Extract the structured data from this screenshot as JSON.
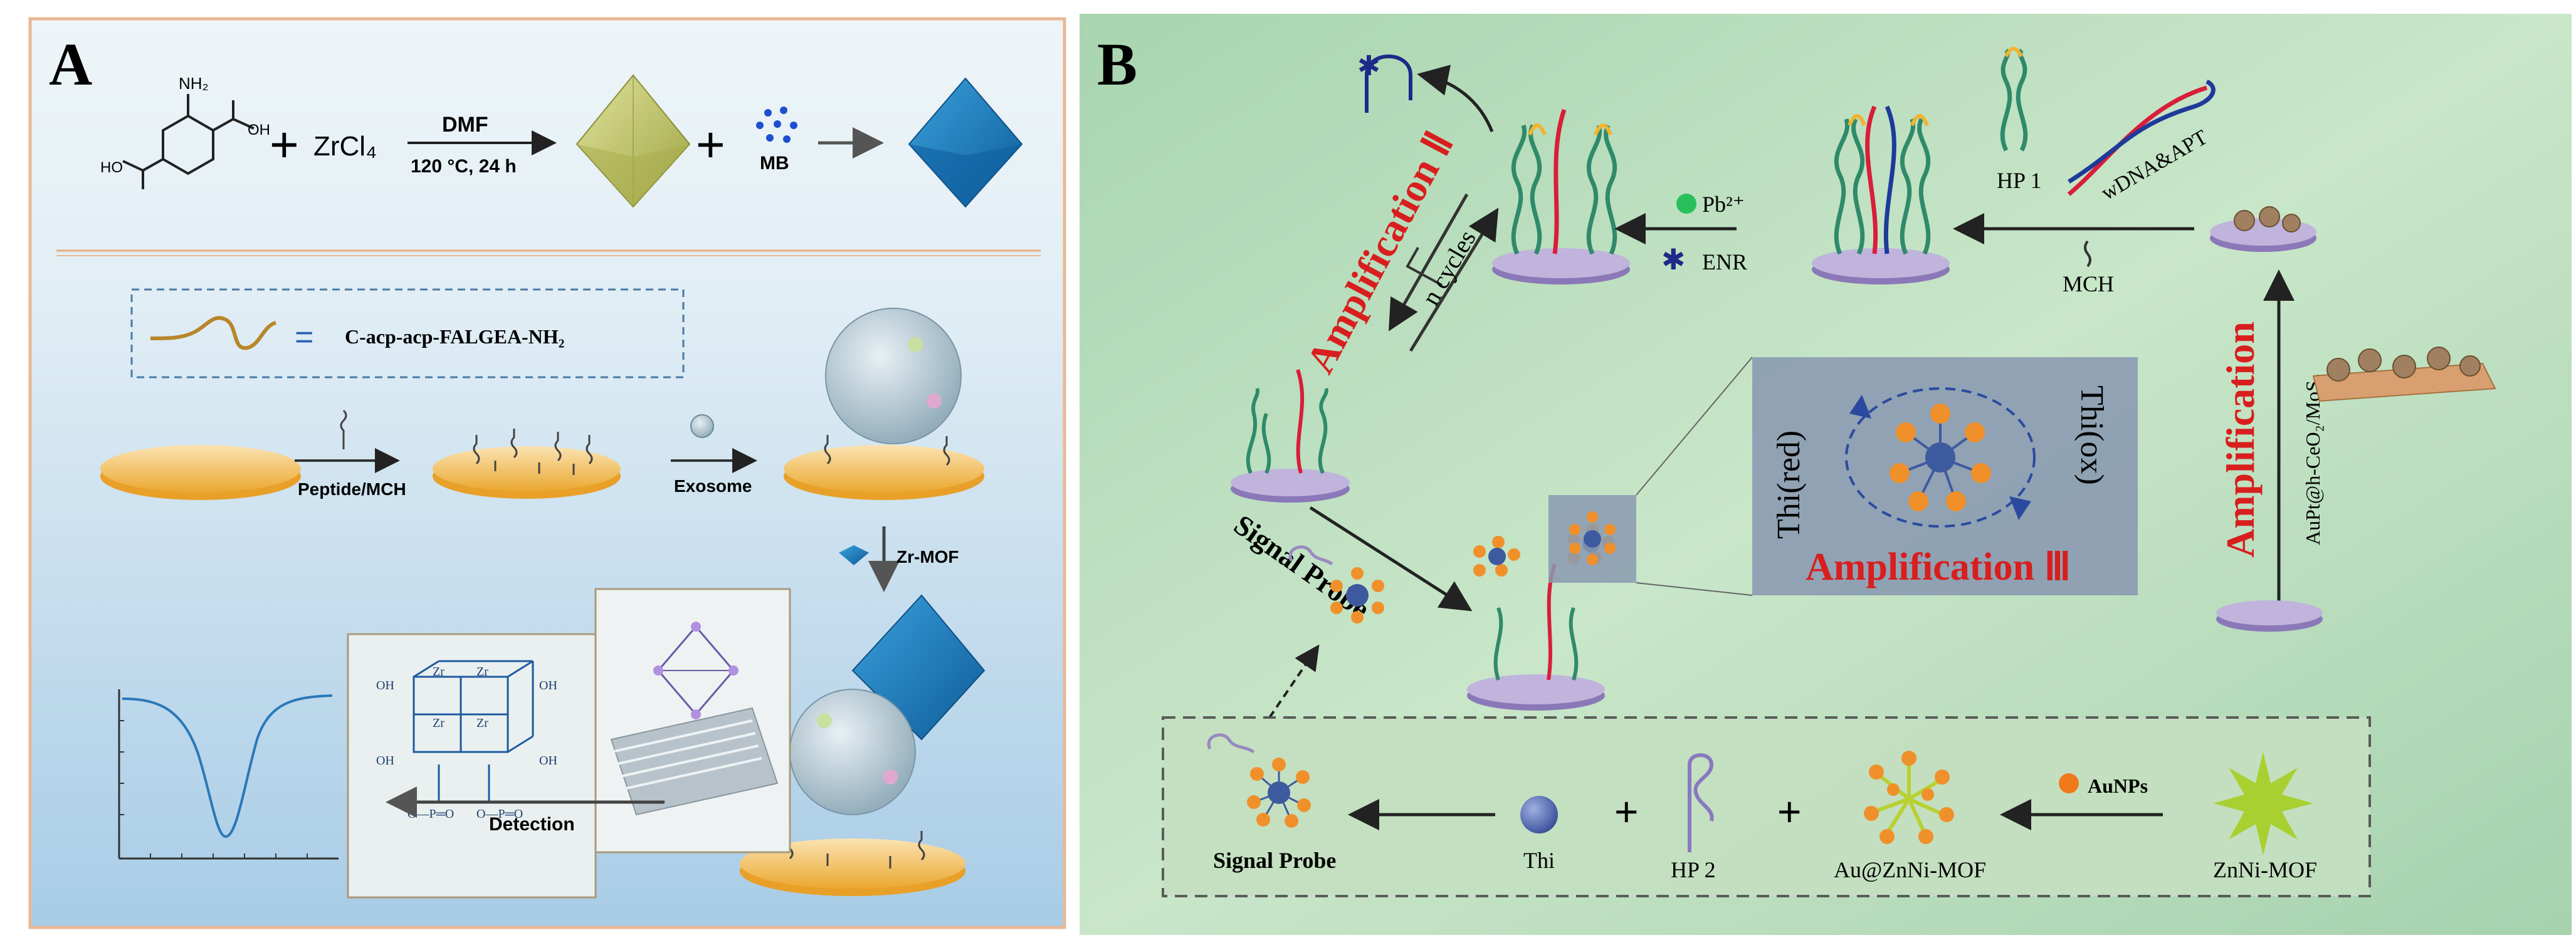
{
  "panelA": {
    "letter": "A",
    "plus1": "+",
    "plus2": "+",
    "nh2": "NH₂",
    "oh": "OH",
    "ho": "HO",
    "zrcl4": "ZrCl₄",
    "dmf": "DMF",
    "conditions": "120 °C, 24 h",
    "mb": "MB",
    "legend_eq": "=",
    "peptide_name": "C-acp-acp-FALGEA-NH₂",
    "step_peptide": "Peptide/MCH",
    "step_exosome": "Exosome",
    "step_zrmof": "Zr-MOF",
    "step_detection": "Detection",
    "zr": "Zr",
    "oh_small": "OH",
    "o_p": "O—P═O"
  },
  "panelB": {
    "letter": "B",
    "amp2": "Amplification Ⅱ",
    "ncycles": "n cycles",
    "pb": "Pb²⁺",
    "enr": "ENR",
    "hp1": "HP 1",
    "wdna": "wDNA&APT",
    "mch": "MCH",
    "amplification": "Amplification",
    "auptceo2": "AuPt@h-CeO₂/MoS₂",
    "thired": "Thi(red)",
    "thiox": "Thi(ox)",
    "amp3": "Amplification Ⅲ",
    "signal_probe_diag": "Signal Probe",
    "signal_probe": "Signal Probe",
    "thi": "Thi",
    "plus_a": "+",
    "plus_b": "+",
    "hp2": "HP 2",
    "auznni": "Au@ZnNi-MOF",
    "aunps": "AuNPs",
    "znni": "ZnNi-MOF"
  },
  "colors": {
    "panelA_border": "#e8b896",
    "panelB_bg": "#b8dcbc",
    "gold_electrode": "#f0b43c",
    "mof_blue": "#1e7ab8",
    "mof_olive": "#c8cc6a",
    "amp_red": "#d81e1e",
    "dna_green": "#2f8a6a",
    "probe_orange": "#f0902a",
    "gray_box": "#8a9ab0"
  }
}
